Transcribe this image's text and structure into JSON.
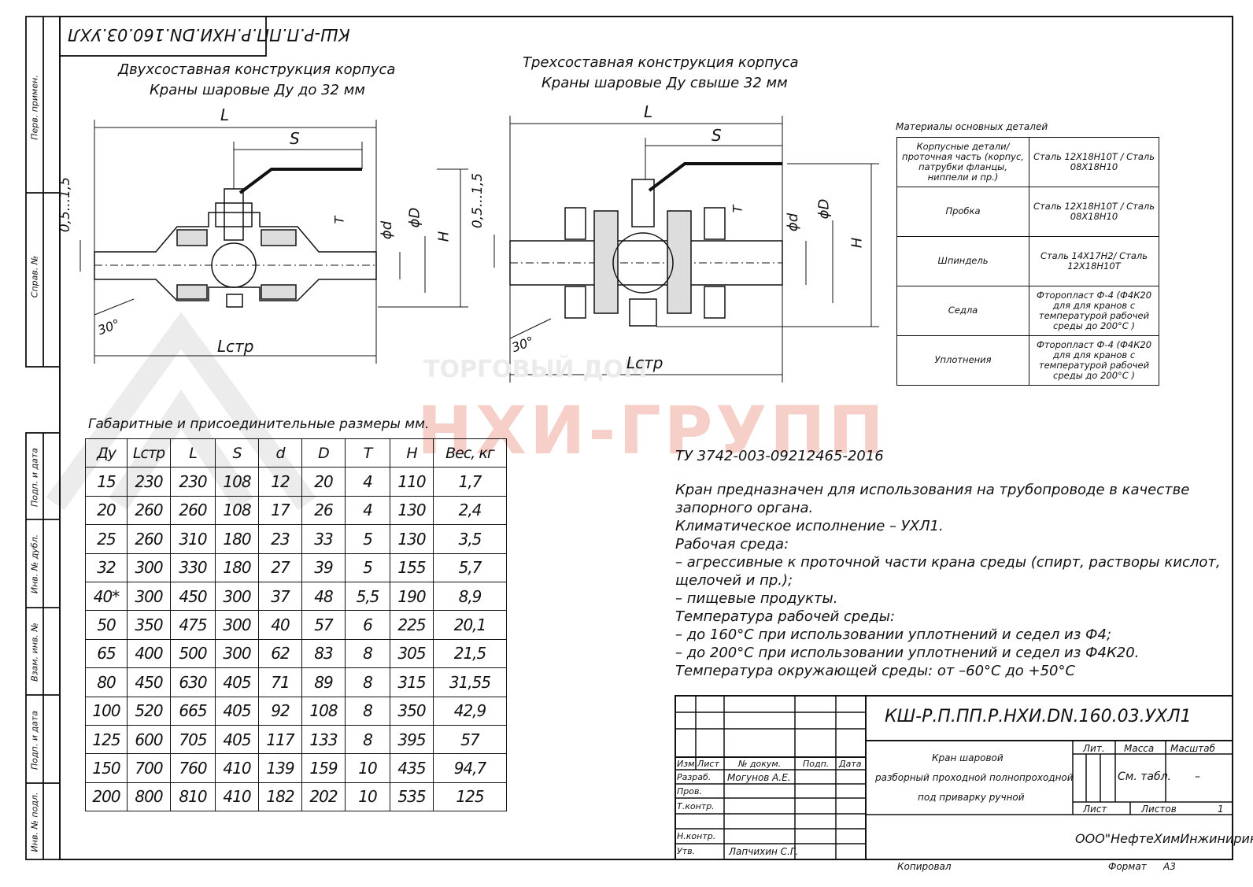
{
  "stamp_code": "КШ-Р.П.ПП.Р.НХИ.DN.160.03.УХЛ",
  "view_left": {
    "title1": "Двухсоставная конструкция корпуса",
    "title2": "Краны шаровые Ду до 32 мм"
  },
  "view_right": {
    "title1": "Трехсоставная конструкция корпуса",
    "title2": "Краны шаровые Ду свыше 32 мм"
  },
  "dim_labels": {
    "L": "L",
    "S": "S",
    "gap": "0,5...1,5",
    "T": "T",
    "d": "ϕd",
    "D": "ϕD",
    "H": "H",
    "angle": "30°",
    "Lstr": "Lстр"
  },
  "materials": {
    "caption": "Материалы основных деталей",
    "rows": [
      {
        "name": "Корпусные детали/ проточная часть (корпус, патрубки фланцы, ниппели и пр.)",
        "value": "Сталь 12Х18Н10Т / Сталь 08Х18Н10"
      },
      {
        "name": "Пробка",
        "value": "Сталь 12Х18Н10Т / Сталь 08Х18Н10"
      },
      {
        "name": "Шпиндель",
        "value": "Сталь 14Х17Н2/ Сталь 12Х18Н10Т"
      },
      {
        "name": "Седла",
        "value": "Фторопласт Ф-4 (Ф4К20 для для кранов с температурой рабочей среды до 200°С )"
      },
      {
        "name": "Уплотнения",
        "value": "Фторопласт Ф-4 (Ф4К20 для для кранов с температурой рабочей среды до 200°С )"
      }
    ]
  },
  "dims_table": {
    "caption": "Габаритные и присоединительные размеры мм.",
    "headers": [
      "Ду",
      "Lстр",
      "L",
      "S",
      "d",
      "D",
      "T",
      "H",
      "Вес, кг"
    ],
    "rows": [
      [
        "15",
        "230",
        "230",
        "108",
        "12",
        "20",
        "4",
        "110",
        "1,7"
      ],
      [
        "20",
        "260",
        "260",
        "108",
        "17",
        "26",
        "4",
        "130",
        "2,4"
      ],
      [
        "25",
        "260",
        "310",
        "180",
        "23",
        "33",
        "5",
        "130",
        "3,5"
      ],
      [
        "32",
        "300",
        "330",
        "180",
        "27",
        "39",
        "5",
        "155",
        "5,7"
      ],
      [
        "40*",
        "300",
        "450",
        "300",
        "37",
        "48",
        "5,5",
        "190",
        "8,9"
      ],
      [
        "50",
        "350",
        "475",
        "300",
        "40",
        "57",
        "6",
        "225",
        "20,1"
      ],
      [
        "65",
        "400",
        "500",
        "300",
        "62",
        "83",
        "8",
        "305",
        "21,5"
      ],
      [
        "80",
        "450",
        "630",
        "405",
        "71",
        "89",
        "8",
        "315",
        "31,55"
      ],
      [
        "100",
        "520",
        "665",
        "405",
        "92",
        "108",
        "8",
        "350",
        "42,9"
      ],
      [
        "125",
        "600",
        "705",
        "405",
        "117",
        "133",
        "8",
        "395",
        "57"
      ],
      [
        "150",
        "700",
        "760",
        "410",
        "139",
        "159",
        "10",
        "435",
        "94,7"
      ],
      [
        "200",
        "800",
        "810",
        "410",
        "182",
        "202",
        "10",
        "535",
        "125"
      ]
    ]
  },
  "notes": {
    "tu": "ТУ 3742-003-09212465-2016",
    "lines": [
      "Кран предназначен для использования на трубопроводе в качестве",
      "запорного органа.",
      "Климатическое исполнение – УХЛ1.",
      "Рабочая среда:",
      "– агрессивные к проточной части крана среды (спирт, растворы кислот,",
      " щелочей и пр.);",
      "– пищевые продукты.",
      "Температура рабочей среды:",
      "– до 160°С при использовании уплотнений и седел из Ф4;",
      "– до 200°С при использовании уплотнений и седел из Ф4К20.",
      "Температура окружающей среды: от –60°С до +50°С"
    ]
  },
  "sidebar": {
    "perv": "Перв. примен.",
    "sprav": "Справ. №",
    "podp1": "Подп. и дата",
    "inv_dubl": "Инв. № дубл.",
    "vzam": "Взам. инв. №",
    "podp2": "Подп. и дата",
    "inv_podl": "Инв. № подл."
  },
  "title_block": {
    "code": "КШ-Р.П.ПП.Р.НХИ.DN.160.03.УХЛ1",
    "name1": "Кран шаровой",
    "name2": "разборный проходной полнопроходной",
    "name3": "под приварку ручной",
    "col_izm": "Изм.",
    "col_list": "Лист",
    "col_ndoc": "№ докум.",
    "col_podp": "Подп.",
    "col_data": "Дата",
    "razrab": "Разраб.",
    "razrab_name": "Могунов А.Е.",
    "prov": "Пров.",
    "tkontr": "Т.контр.",
    "nkontr": "Н.контр.",
    "utv": "Утв.",
    "utv_name": "Лапчихин С.Г.",
    "lit": "Лит.",
    "massa": "Масса",
    "masshtab": "Масштаб",
    "massa_val": "См. табл.",
    "masshtab_val": "–",
    "list": "Лист",
    "listov": "Листов",
    "listov_val": "1",
    "org": "ООО\"НефтеХимИнжиниринг\"",
    "kopiroval": "Копировал",
    "format": "Формат",
    "format_val": "А3"
  },
  "watermark": {
    "line1": "ТОРГОВЫЙ ДОМ",
    "line2": "НХИ-ГРУПП"
  }
}
